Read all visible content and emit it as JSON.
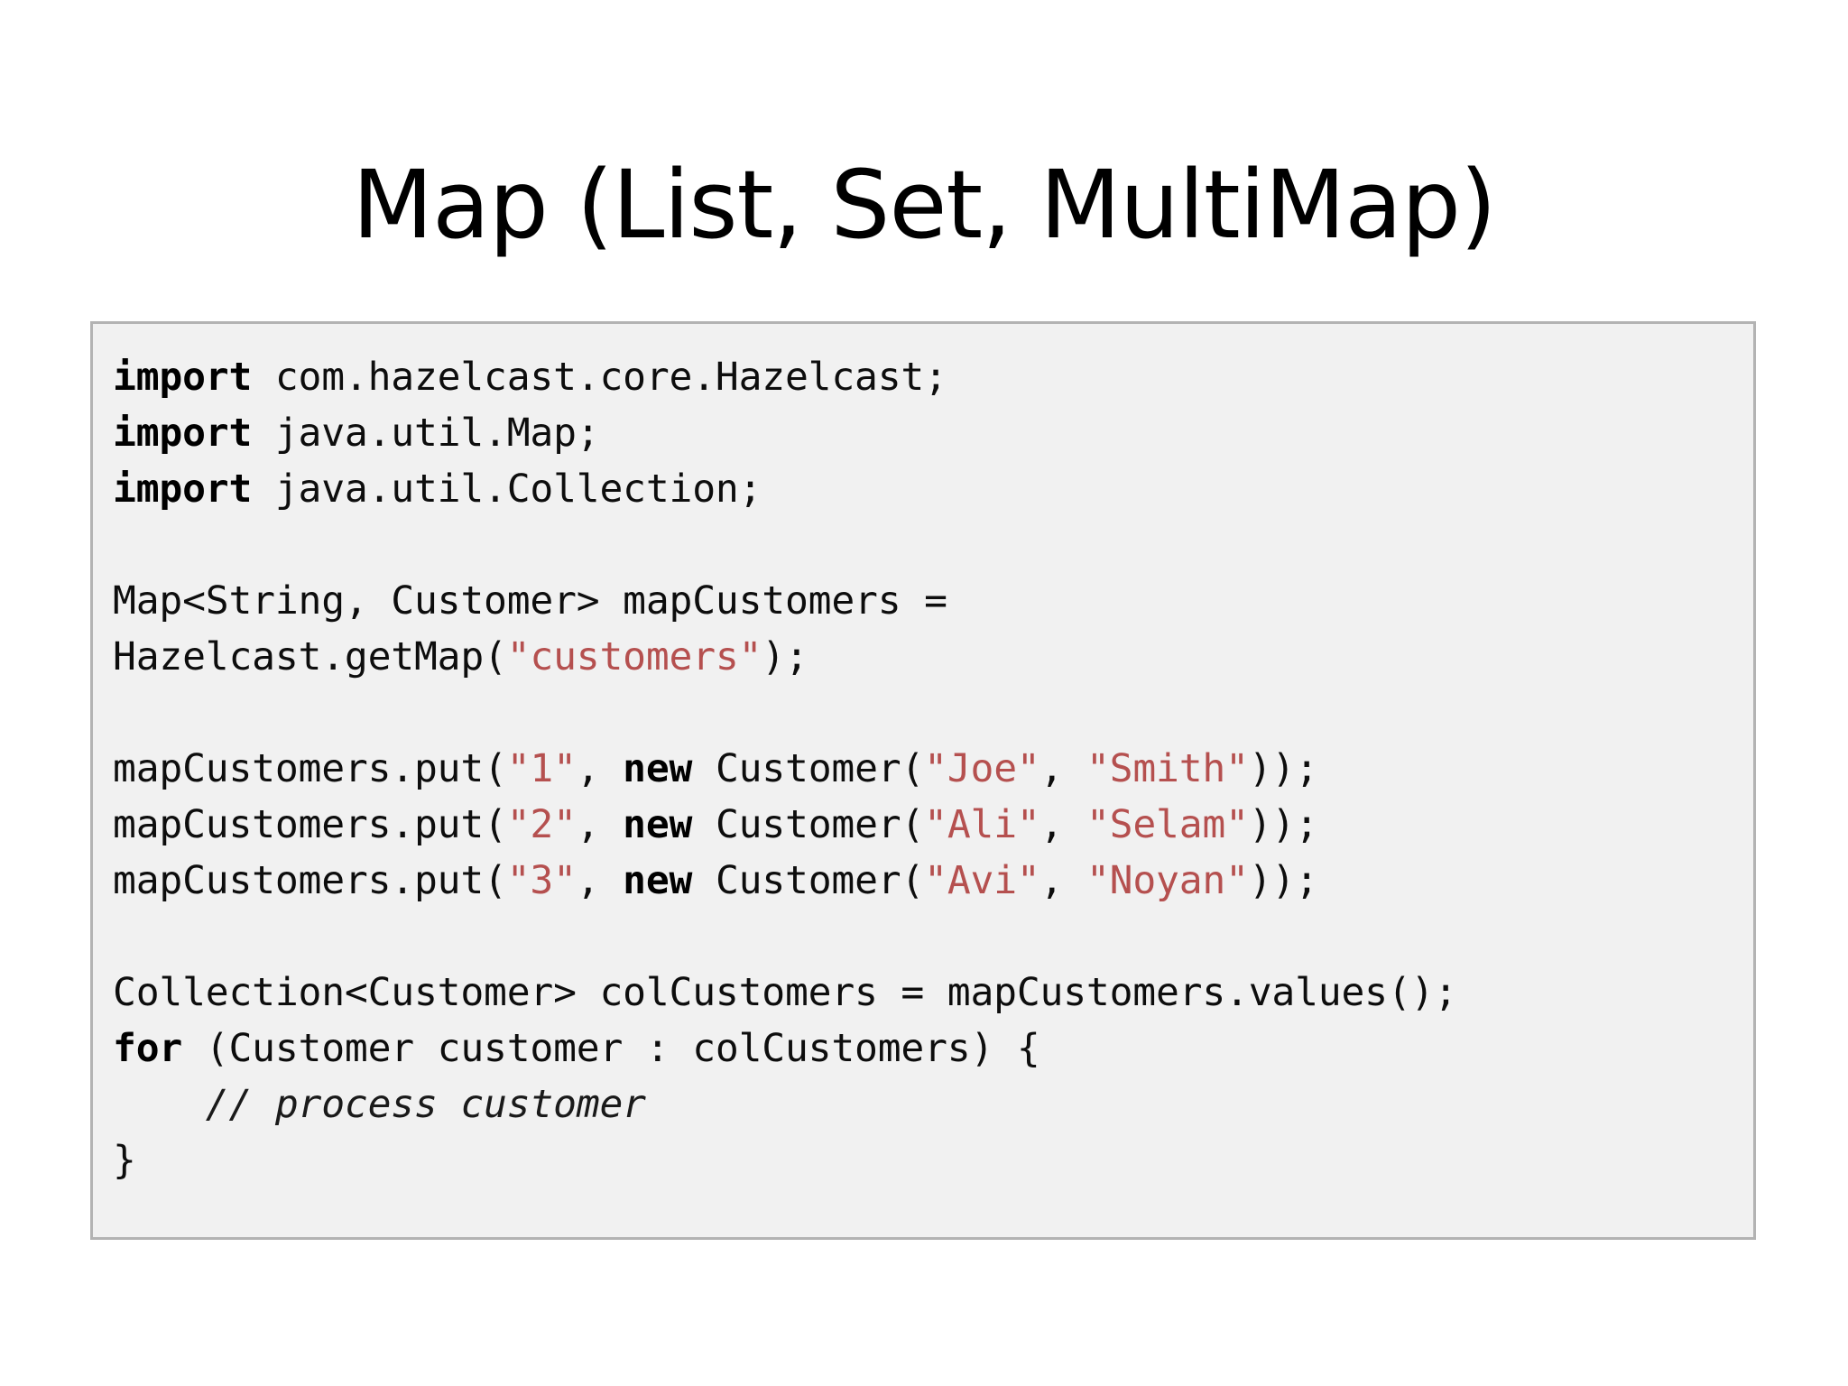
{
  "slide": {
    "title": "Map (List, Set, MultiMap)",
    "background_color": "#ffffff"
  },
  "code_block": {
    "language": "java",
    "background_color": "#f1f1f1",
    "border_color": "#b3b3b3",
    "string_color": "#b5504f",
    "keyword_color": "#000000",
    "text_color": "#0d0d0d",
    "lines": [
      "import com.hazelcast.core.Hazelcast;",
      "import java.util.Map;",
      "import java.util.Collection;",
      "",
      "Map<String, Customer> mapCustomers =",
      "Hazelcast.getMap(\"customers\");",
      "",
      "mapCustomers.put(\"1\", new Customer(\"Joe\", \"Smith\"));",
      "mapCustomers.put(\"2\", new Customer(\"Ali\", \"Selam\"));",
      "mapCustomers.put(\"3\", new Customer(\"Avi\", \"Noyan\"));",
      "",
      "Collection<Customer> colCustomers = mapCustomers.values();",
      "for (Customer customer : colCustomers) {",
      "    // process customer",
      "}"
    ],
    "tokens": {
      "l0": [
        {
          "t": "import",
          "k": "kw"
        },
        {
          "t": " com.hazelcast.core.Hazelcast;",
          "k": "plain"
        }
      ],
      "l1": [
        {
          "t": "import",
          "k": "kw"
        },
        {
          "t": " java.util.Map;",
          "k": "plain"
        }
      ],
      "l2": [
        {
          "t": "import",
          "k": "kw"
        },
        {
          "t": " java.util.Collection;",
          "k": "plain"
        }
      ],
      "l3": [],
      "l4": [
        {
          "t": "Map<String, Customer> mapCustomers =",
          "k": "plain"
        }
      ],
      "l5": [
        {
          "t": "Hazelcast.getMap(",
          "k": "plain"
        },
        {
          "t": "\"customers\"",
          "k": "str"
        },
        {
          "t": ");",
          "k": "plain"
        }
      ],
      "l6": [],
      "l7": [
        {
          "t": "mapCustomers.put(",
          "k": "plain"
        },
        {
          "t": "\"1\"",
          "k": "str"
        },
        {
          "t": ", ",
          "k": "plain"
        },
        {
          "t": "new",
          "k": "kw"
        },
        {
          "t": " Customer(",
          "k": "plain"
        },
        {
          "t": "\"Joe\"",
          "k": "str"
        },
        {
          "t": ", ",
          "k": "plain"
        },
        {
          "t": "\"Smith\"",
          "k": "str"
        },
        {
          "t": "));",
          "k": "plain"
        }
      ],
      "l8": [
        {
          "t": "mapCustomers.put(",
          "k": "plain"
        },
        {
          "t": "\"2\"",
          "k": "str"
        },
        {
          "t": ", ",
          "k": "plain"
        },
        {
          "t": "new",
          "k": "kw"
        },
        {
          "t": " Customer(",
          "k": "plain"
        },
        {
          "t": "\"Ali\"",
          "k": "str"
        },
        {
          "t": ", ",
          "k": "plain"
        },
        {
          "t": "\"Selam\"",
          "k": "str"
        },
        {
          "t": "));",
          "k": "plain"
        }
      ],
      "l9": [
        {
          "t": "mapCustomers.put(",
          "k": "plain"
        },
        {
          "t": "\"3\"",
          "k": "str"
        },
        {
          "t": ", ",
          "k": "plain"
        },
        {
          "t": "new",
          "k": "kw"
        },
        {
          "t": " Customer(",
          "k": "plain"
        },
        {
          "t": "\"Avi\"",
          "k": "str"
        },
        {
          "t": ", ",
          "k": "plain"
        },
        {
          "t": "\"Noyan\"",
          "k": "str"
        },
        {
          "t": "));",
          "k": "plain"
        }
      ],
      "l10": [],
      "l11": [
        {
          "t": "Collection<Customer> colCustomers = mapCustomers.values();",
          "k": "plain"
        }
      ],
      "l12": [
        {
          "t": "for",
          "k": "kw"
        },
        {
          "t": " (Customer customer : colCustomers) {",
          "k": "plain"
        }
      ],
      "l13": [
        {
          "t": "    ",
          "k": "plain"
        },
        {
          "t": "// process customer",
          "k": "cmt"
        }
      ],
      "l14": [
        {
          "t": "}",
          "k": "plain"
        }
      ]
    },
    "token_line_order": [
      "l0",
      "l1",
      "l2",
      "l3",
      "l4",
      "l5",
      "l6",
      "l7",
      "l8",
      "l9",
      "l10",
      "l11",
      "l12",
      "l13",
      "l14"
    ]
  }
}
